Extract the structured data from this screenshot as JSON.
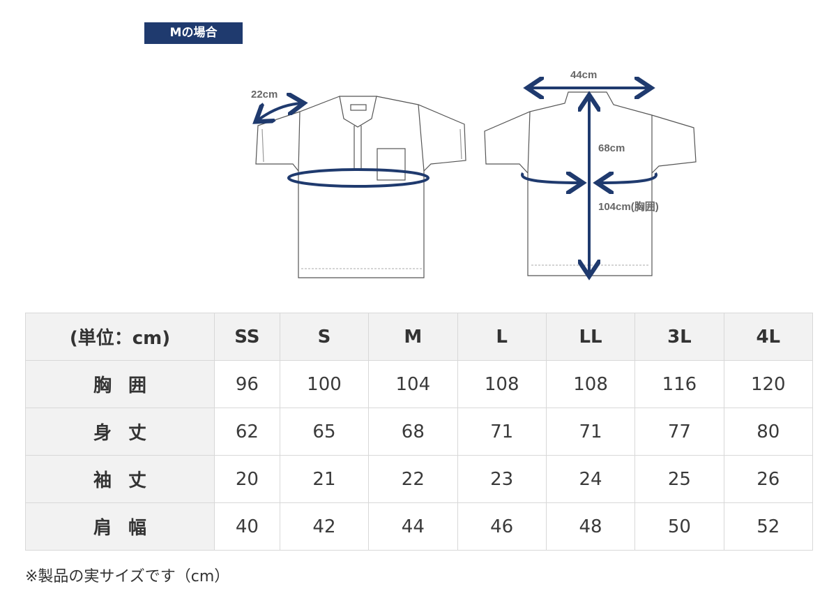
{
  "badge": "Mの場合",
  "diagram": {
    "sleeve": "22cm",
    "shoulder": "44cm",
    "length": "68cm",
    "chest": "104cm(胸囲)",
    "arrow_color": "#1f3a6e"
  },
  "table": {
    "corner": "(単位：cm)",
    "sizes": [
      "SS",
      "S",
      "M",
      "L",
      "LL",
      "3L",
      "4L"
    ],
    "rows": [
      {
        "label": "胸囲",
        "values": [
          "96",
          "100",
          "104",
          "108",
          "108",
          "116",
          "120"
        ]
      },
      {
        "label": "身丈",
        "values": [
          "62",
          "65",
          "68",
          "71",
          "71",
          "77",
          "80"
        ]
      },
      {
        "label": "袖丈",
        "values": [
          "20",
          "21",
          "22",
          "23",
          "24",
          "25",
          "26"
        ]
      },
      {
        "label": "肩幅",
        "values": [
          "40",
          "42",
          "44",
          "46",
          "48",
          "50",
          "52"
        ]
      }
    ]
  },
  "note": "※製品の実サイズです（cm）"
}
